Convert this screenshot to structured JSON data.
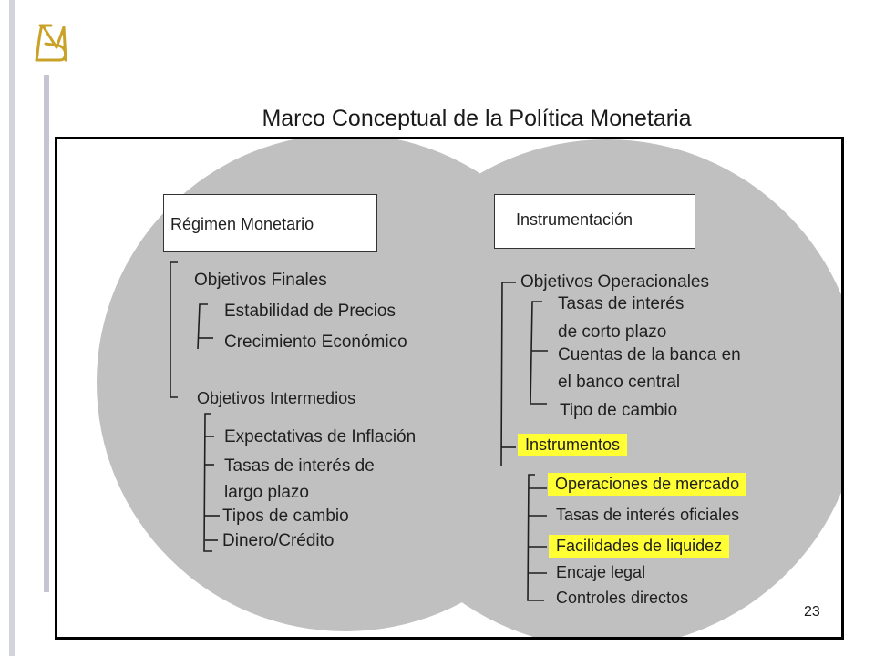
{
  "colors": {
    "circle_fill": "#c0c0c0",
    "highlight": "#ffff33",
    "frame": "#000000",
    "logo_gold": "#c9a227"
  },
  "logo_icon": "bm-monogram-logo",
  "title": "Marco Conceptual de la Política Monetaria",
  "left": {
    "header": "Régimen Monetario",
    "objetivos_finales": {
      "label": "Objetivos Finales",
      "items": [
        "Estabilidad de Precios",
        "Crecimiento Económico"
      ]
    },
    "objetivos_intermedios": {
      "label": "Objetivos Intermedios",
      "items": [
        "Expectativas de Inflación",
        "Tasas de interés de",
        "largo plazo",
        "Tipos de cambio",
        "Dinero/Crédito"
      ]
    }
  },
  "right": {
    "header": "Instrumentación",
    "objetivos_operacionales": {
      "label": "Objetivos Operacionales",
      "items": [
        "Tasas de interés",
        "de corto plazo",
        "Cuentas de la banca en",
        "el banco central",
        "Tipo de cambio"
      ]
    },
    "instrumentos": {
      "label": "Instrumentos",
      "items": [
        "Operaciones de mercado",
        "Tasas de interés oficiales",
        "Facilidades de liquidez",
        "Encaje legal",
        "Controles directos"
      ]
    }
  },
  "page_number": "23"
}
